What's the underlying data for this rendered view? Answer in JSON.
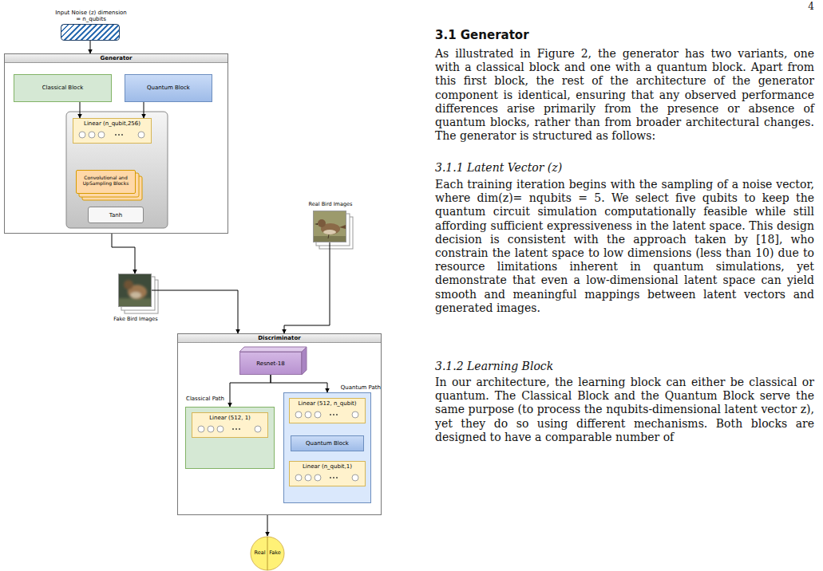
{
  "diagram": {
    "nodes": [
      {
        "text": [
          "Input Noise (z) dimension = n_qubits"
        ]
      },
      {
        "text": [
          "Generator"
        ]
      },
      {
        "text": [
          "Classical Block"
        ],
        "in": 1
      },
      {
        "text": [
          "Quantum Block"
        ],
        "in": 1
      },
      {
        "text": [
          "Linear (n_qubit,256)"
        ],
        "in": 1
      },
      {
        "text": [
          "Convolutional and UpSampling Blocks"
        ],
        "in": 1
      },
      {
        "text": [
          "Tanh"
        ],
        "in": 1
      },
      {
        "text": [
          "Real Bird Images"
        ]
      },
      {
        "text": [
          "Fake Bird Images"
        ]
      },
      {
        "text": [
          "Discriminator"
        ]
      },
      {
        "text": [
          "Resnet-18"
        ],
        "in": 9
      },
      {
        "text": [
          "Classical Path"
        ],
        "in": 9
      },
      {
        "text": [
          "Linear (512, 1)"
        ],
        "in": 11
      },
      {
        "text": [
          "Quantum Path"
        ],
        "in": 9
      },
      {
        "text": [
          "Linear (512, n_qubit)"
        ],
        "in": 13
      },
      {
        "text": [
          "Quantum Block"
        ],
        "in": 13
      },
      {
        "text": [
          "Linear (n_qubit,1)"
        ],
        "in": 13
      },
      {
        "text": [
          "Real",
          "Fake"
        ]
      }
    ],
    "edges": [
      {
        "from": 0,
        "to": 1,
        "arrow": "to"
      },
      {
        "from": 2,
        "to": 4,
        "arrow": "to"
      },
      {
        "from": 3,
        "to": 4,
        "arrow": "to"
      },
      {
        "from": 1,
        "to": 8,
        "arrow": "to"
      },
      {
        "from": 8,
        "to": 9,
        "arrow": "to"
      },
      {
        "from": 7,
        "to": 9,
        "arrow": "to"
      },
      {
        "from": 10,
        "to": 11,
        "arrow": "to"
      },
      {
        "from": 10,
        "to": 13,
        "arrow": "to"
      },
      {
        "from": 9,
        "to": 17,
        "arrow": "to"
      }
    ],
    "labels": [
      "4",
      "3.1 Generator",
      "As illustrated in Figure 2, the generator has two variants, one with a classical block and one with a quantum block. Apart from this first block, the rest of the architecture of the generator component is identical, ensuring that any observed performance differences arise primarily from the presence or absence of quantum blocks, rather than from broader architectural changes. The generator is structured as follows:",
      "3.1.1 Latent Vector (z)",
      "Each training iteration begins with the sampling of a noise vector, where dim(z)= nqubits = 5. We select five qubits to keep the quantum circuit simulation computationally feasible while still affording sufficient expressiveness in the latent space. This design decision is consistent with the approach taken by [18], who constrain the latent space to low dimensions (less than 10) due to resource limitations inherent in quantum simulations, yet demonstrate that even a low-dimensional latent space can yield smooth and meaningful mappings between latent vectors and generated images.",
      "3.1.2 Learning Block",
      "In our architecture, the learning block can either be classical or quantum. The Classical Block and the Quantum Block serve the same purpose (to process the nqubits-dimensional latent vector z), yet they do so using different mechanisms. Both blocks are designed to have a comparable number of"
    ]
  }
}
